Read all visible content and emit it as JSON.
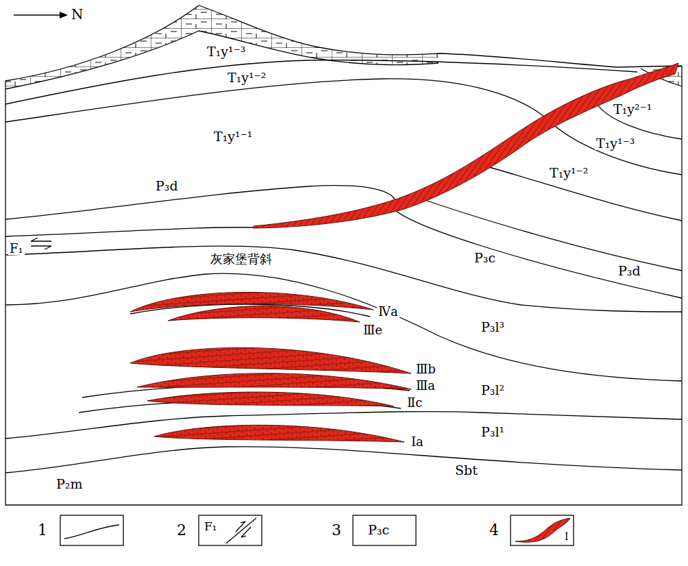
{
  "diagram": {
    "labels": [
      "N",
      "T₁y¹⁻³",
      "T₁y¹⁻²",
      "T₁y¹⁻¹",
      "P₃d",
      "F₁",
      "灰家堡背斜",
      "T₁y²⁻¹",
      "T₁y¹⁻³",
      "T₁y¹⁻²",
      "P₃c",
      "P₃d",
      "Ⅳa",
      "Ⅲe",
      "P₃l³",
      "Ⅲb",
      "Ⅲa",
      "P₃l²",
      "Ⅱc",
      "P₃l¹",
      "Ⅰa",
      "Sbt",
      "P₂m",
      "F₁",
      "P₃c",
      "Ⅰ"
    ],
    "legend": [
      {
        "text": "1"
      },
      {
        "text": "2"
      },
      {
        "text": "3"
      },
      {
        "text": "4"
      }
    ]
  }
}
